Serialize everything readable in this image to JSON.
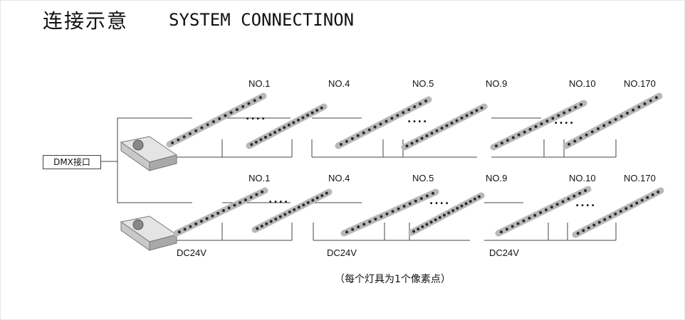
{
  "title_cn": "连接示意",
  "title_en": "SYSTEM CONNECTINON",
  "controller_label": "DMX接口",
  "node_labels_row1": [
    "NO.1",
    "NO.4",
    "NO.5",
    "NO.9",
    "NO.10",
    "NO.170"
  ],
  "node_labels_row2": [
    "NO.1",
    "NO.4",
    "NO.5",
    "NO.9",
    "NO.10",
    "NO.170"
  ],
  "power_labels": [
    "DC24V",
    "DC24V",
    "DC24V"
  ],
  "ellipsis": "....",
  "note": "（每个灯具为1个像素点）",
  "colors": {
    "line": "#444444",
    "bar_body": "#b8b8b8",
    "led": "#2a2a2a",
    "frame": "#dddddd"
  }
}
